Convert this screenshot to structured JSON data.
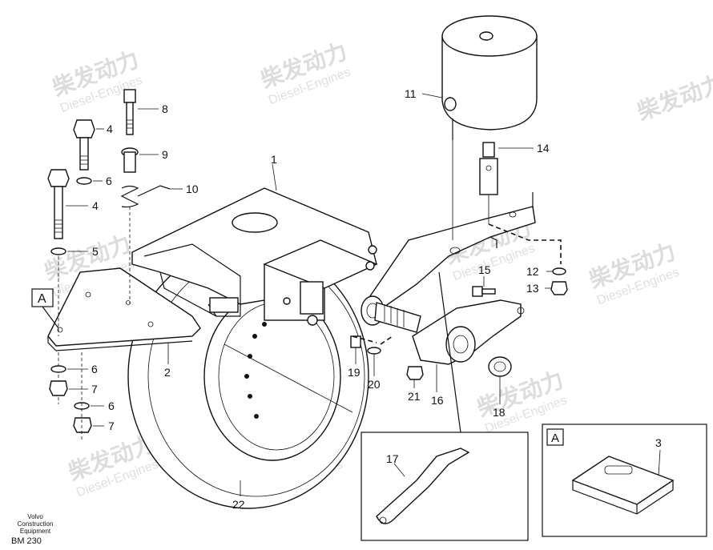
{
  "watermark": {
    "brand": "柴发动力",
    "sub": "Diesel-Engines"
  },
  "caption": {
    "line1": "Volvo Construction",
    "line2": "Equipment",
    "code": "BM 230"
  },
  "callouts": {
    "c1": "1",
    "c2": "2",
    "c4a": "4",
    "c4b": "4",
    "c5": "5",
    "c6a": "6",
    "c6b": "6",
    "c6c": "6",
    "c7a": "7",
    "c7b": "7",
    "c8": "8",
    "c9": "9",
    "c10": "10",
    "c11": "11",
    "c12": "12",
    "c13": "13",
    "c14": "14",
    "c15": "15",
    "c16": "16",
    "c17": "17",
    "c18": "18",
    "c19": "19",
    "c20": "20",
    "c21": "21",
    "c22": "22",
    "c3": "3"
  },
  "views": {
    "mainA": "A",
    "insetA": "A"
  }
}
